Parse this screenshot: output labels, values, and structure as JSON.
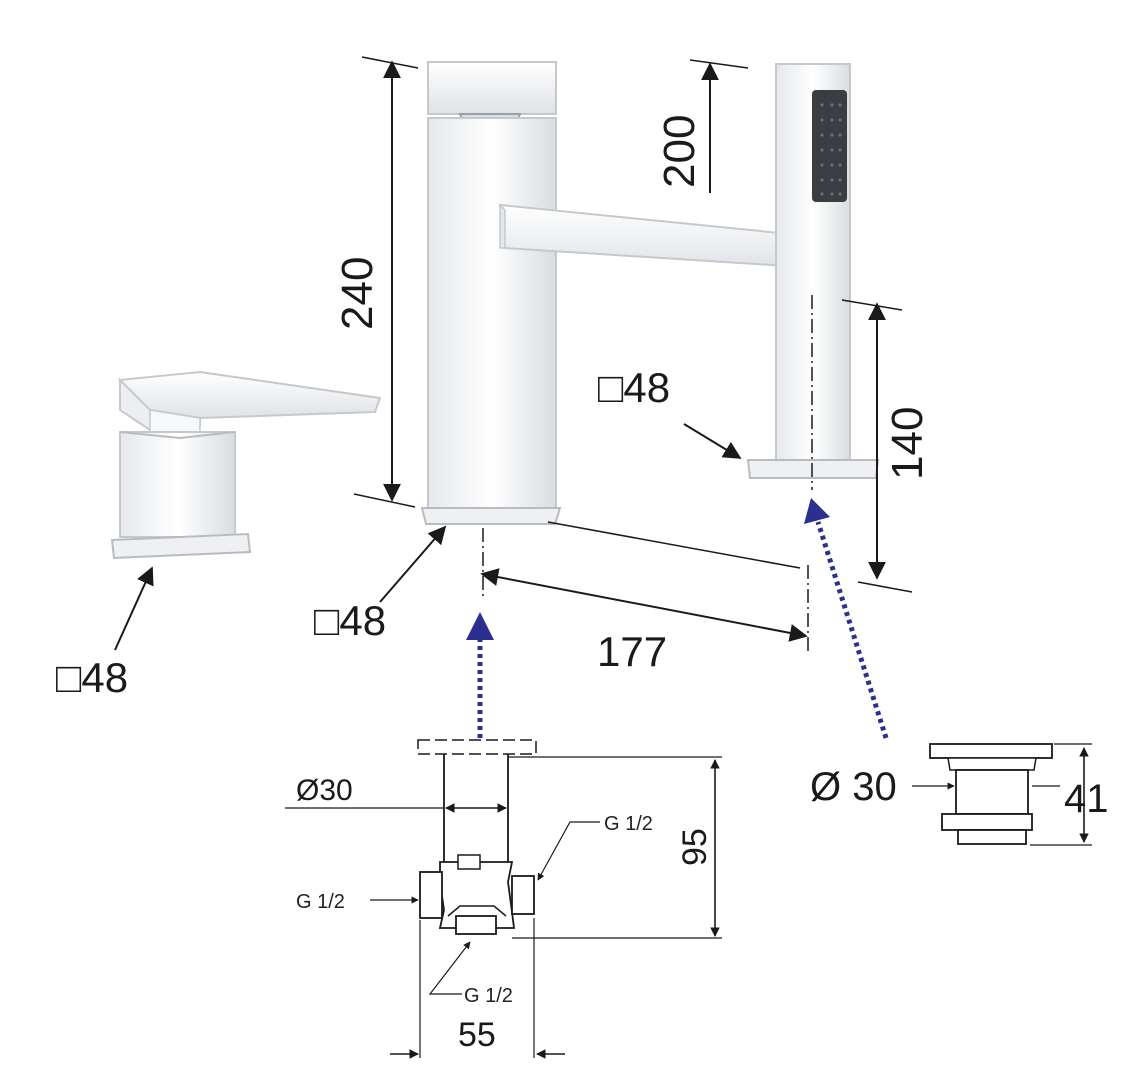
{
  "dimensions": {
    "spout_height": "240",
    "handshower_height": "200",
    "handshower_holder_height": "140",
    "spout_reach": "177",
    "spout_base_size": "□48",
    "mixer_base_size": "□48",
    "handshower_base_size": "□48",
    "connector_diameter": "Ø30",
    "connector_width": "55",
    "connector_height": "95",
    "connector_thread_left": "G 1/2",
    "connector_thread_right": "G 1/2",
    "connector_thread_bottom": "G 1/2",
    "flange_diameter": "Ø 30",
    "flange_height": "41"
  },
  "colors": {
    "line": "#1a1a1a",
    "arrow_blue": "#2b2f8f",
    "chrome_light": "#f4f5f7",
    "chrome_mid": "#d7dadf",
    "chrome_dark": "#9aa0a8",
    "spray_face": "#3a3d42"
  }
}
